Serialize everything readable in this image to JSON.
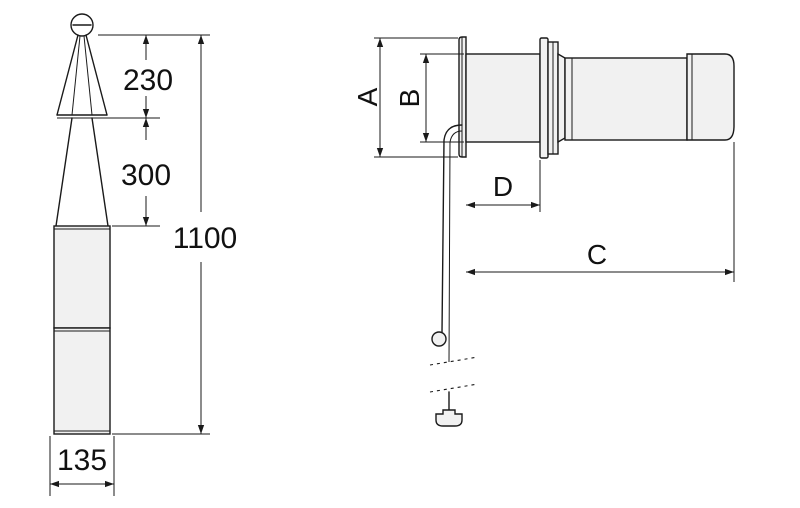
{
  "left_view": {
    "dim_top": "230",
    "dim_middle": "300",
    "dim_total": "1100",
    "dim_width": "135"
  },
  "right_view": {
    "label_a": "A",
    "label_b": "B",
    "label_c": "C",
    "label_d": "D"
  },
  "colors": {
    "line": "#1a1a1a",
    "fill": "#f1f1f1",
    "background": "#ffffff"
  }
}
